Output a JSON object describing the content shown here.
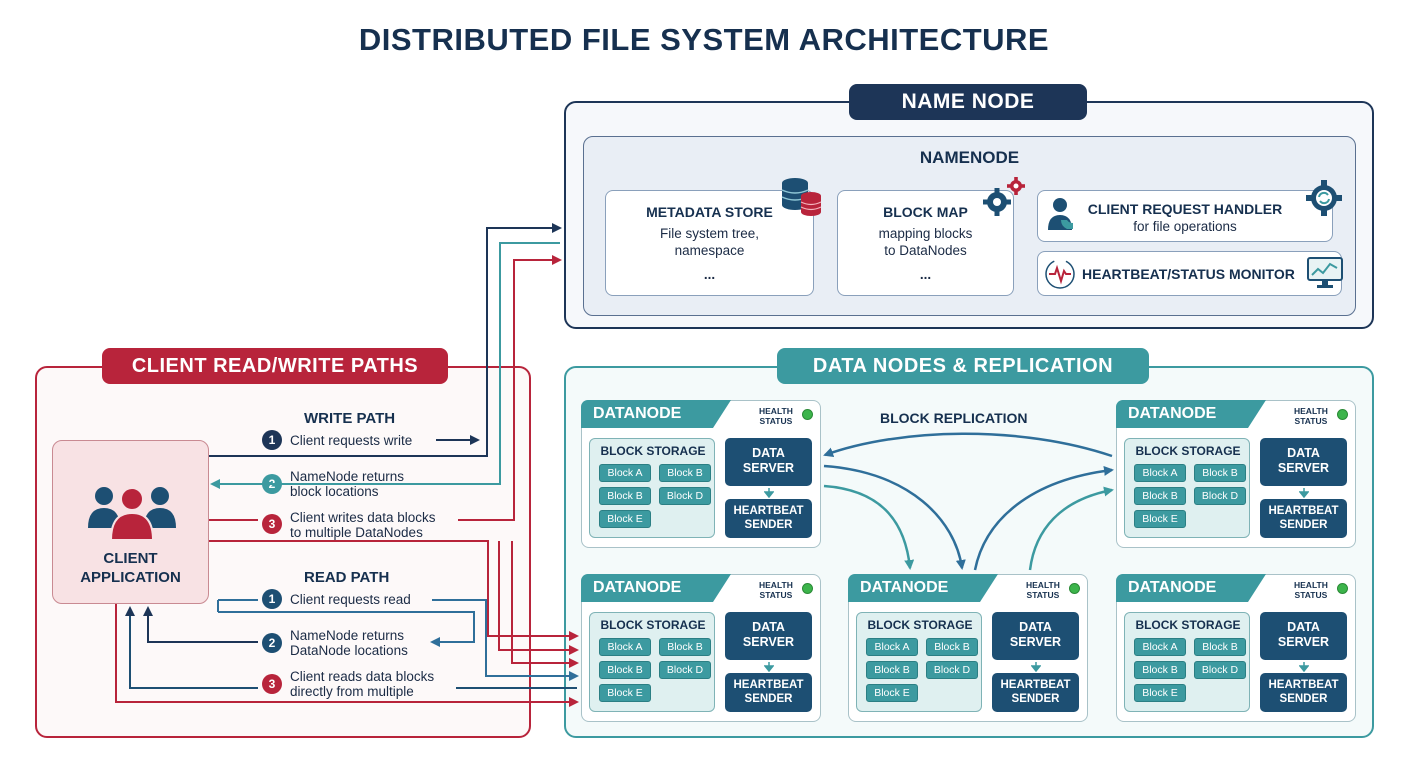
{
  "title": "DISTRIBUTED FILE SYSTEM ARCHITECTURE",
  "name_node": {
    "tag": "NAME NODE",
    "heading": "NAMENODE",
    "metadata": {
      "title": "METADATA STORE",
      "line1": "File system tree,",
      "line2": "namespace",
      "more": "..."
    },
    "block_map": {
      "title": "BLOCK MAP",
      "line1": "mapping blocks",
      "line2": "to DataNodes",
      "more": "..."
    },
    "request_handler": {
      "title": "CLIENT REQUEST HANDLER",
      "subtitle": "for file operations"
    },
    "heartbeat_monitor": {
      "title": "HEARTBEAT/STATUS MONITOR"
    }
  },
  "client_paths": {
    "tag": "CLIENT READ/WRITE PATHS",
    "client_line1": "CLIENT",
    "client_line2": "APPLICATION",
    "write_title": "WRITE PATH",
    "write_steps": [
      {
        "num": "1",
        "line1": "Client requests write",
        "line2": ""
      },
      {
        "num": "2",
        "line1": "NameNode returns",
        "line2": "block locations"
      },
      {
        "num": "3",
        "line1": "Client writes data blocks",
        "line2": "to multiple DataNodes"
      }
    ],
    "read_title": "READ PATH",
    "read_steps": [
      {
        "num": "1",
        "line1": "Client requests read",
        "line2": ""
      },
      {
        "num": "2",
        "line1": "NameNode returns",
        "line2": "DataNode locations"
      },
      {
        "num": "3",
        "line1": "Client reads data blocks",
        "line2": "directly from multiple"
      }
    ]
  },
  "data_nodes": {
    "tag": "DATA NODES & REPLICATION",
    "replication_label": "BLOCK REPLICATION",
    "node_title": "DATANODE",
    "health_line1": "HEALTH",
    "health_line2": "STATUS",
    "block_storage": "BLOCK STORAGE",
    "blocks": [
      "Block A",
      "Block B",
      "Block B",
      "Block D",
      "Block E"
    ],
    "data_server_line1": "DATA",
    "data_server_line2": "SERVER",
    "heartbeat_line1": "HEARTBEAT",
    "heartbeat_line2": "SENDER"
  },
  "colors": {
    "navy": "#1d3557",
    "teal": "#3c9aa0",
    "red": "#b8243b",
    "dark_blue": "#1d4f73",
    "health_green": "#3cb44b"
  }
}
